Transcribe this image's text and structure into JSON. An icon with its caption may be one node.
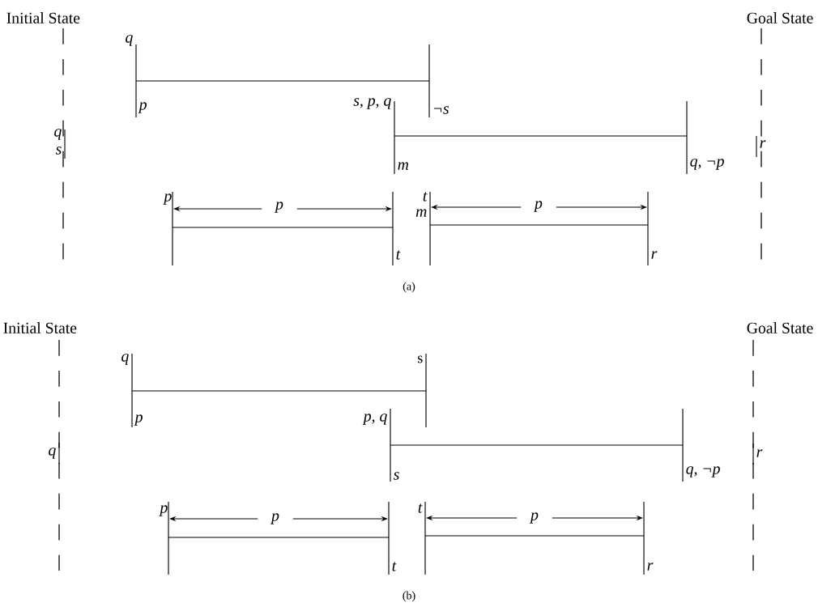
{
  "diagram": {
    "labels": [
      "Initial State",
      "Goal State",
      "q",
      "p",
      "s, p, q",
      "¬s",
      "q",
      "s",
      "m",
      "r",
      "q, ¬p",
      "p",
      "p",
      "t",
      "m",
      "p",
      "t",
      "r",
      "(a)",
      "Initial State",
      "Goal State",
      "q",
      "p",
      "p, q",
      "s",
      "q",
      "r",
      "s",
      "q, ¬p",
      "p",
      "p",
      "t",
      "p",
      "t",
      "r",
      "(b)"
    ]
  }
}
